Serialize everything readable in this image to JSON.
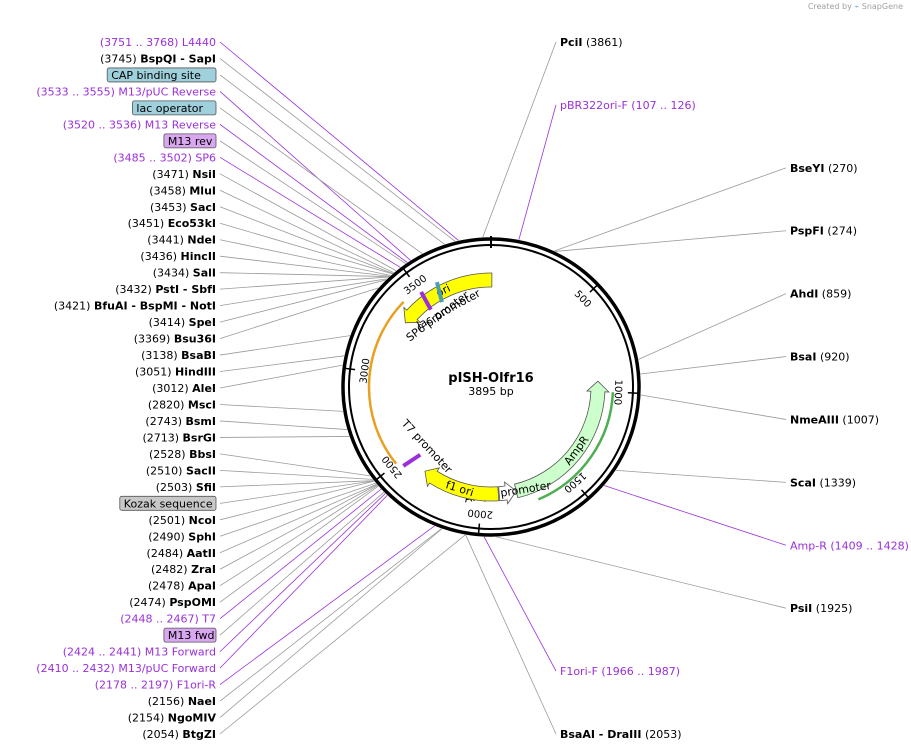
{
  "credit": {
    "prefix": "Created by",
    "brand": "SnapGene"
  },
  "plasmid": {
    "name": "pISH-Olfr16",
    "length": 3895,
    "length_label": "3895 bp"
  },
  "ticks": [
    {
      "pos": 500,
      "label": "500"
    },
    {
      "pos": 1000,
      "label": "1000"
    },
    {
      "pos": 1500,
      "label": "1500"
    },
    {
      "pos": 2000,
      "label": "2000"
    },
    {
      "pos": 2500,
      "label": "2500"
    },
    {
      "pos": 3000,
      "label": "3000"
    },
    {
      "pos": 3500,
      "label": "3500"
    }
  ],
  "features": [
    {
      "name": "ori",
      "start": 3320,
      "end": 3900,
      "dir": -1,
      "type": "arrow",
      "color": "#ffff00",
      "label": "ori"
    },
    {
      "name": "AmpR",
      "start": 940,
      "end": 1800,
      "dir": -1,
      "type": "arrow",
      "color": "#ccffcc",
      "label": "AmpR"
    },
    {
      "name": "AmpR promoter",
      "start": 1800,
      "end": 1900,
      "dir": -1,
      "type": "arrow",
      "color": "#ffffff",
      "label": "AmpR promoter"
    },
    {
      "name": "f1 ori",
      "start": 1905,
      "end": 2360,
      "dir": 1,
      "type": "arrow",
      "color": "#ffff00",
      "label": "f1 ori"
    },
    {
      "name": "T7 promoter",
      "start": 2448,
      "end": 2467,
      "type": "small",
      "color": "#9b30d9",
      "label": "T7 promoter"
    },
    {
      "name": "SP6 promoter",
      "start": 3485,
      "end": 3502,
      "type": "small",
      "color": "#9b30d9",
      "label": "SP6 promoter"
    },
    {
      "name": "lac promoter",
      "start": 3570,
      "end": 3600,
      "type": "small",
      "color": "#4d9db6",
      "label": "lac promoter"
    }
  ],
  "outer_arcs": [
    {
      "start": 2500,
      "end": 3400,
      "color": "#e8a020",
      "label": ""
    },
    {
      "start": 1000,
      "end": 1700,
      "color": "#4caf50",
      "label": ""
    }
  ],
  "labels_left": [
    {
      "pos": 3760,
      "text_coord": "(3751 .. 3768)",
      "name": "L4440",
      "style": "primer"
    },
    {
      "pos": 3745,
      "text_coord": "(3745)",
      "name": "BspQI",
      "name2": "SapI",
      "style": "enzyme"
    },
    {
      "pos": 3700,
      "name": "CAP binding site",
      "style": "box",
      "box_color": "#9fd0dc"
    },
    {
      "pos": 3544,
      "text_coord": "(3533 .. 3555)",
      "name": "M13/pUC Reverse",
      "style": "primer"
    },
    {
      "pos": 3600,
      "name": "lac operator",
      "style": "box",
      "box_color": "#9fd0dc"
    },
    {
      "pos": 3528,
      "text_coord": "(3520 .. 3536)",
      "name": "M13 Reverse",
      "style": "primer"
    },
    {
      "pos": 3520,
      "name": "M13 rev",
      "style": "box",
      "box_color": "#d9a6f0"
    },
    {
      "pos": 3493,
      "text_coord": "(3485 .. 3502)",
      "name": "SP6",
      "style": "primer"
    },
    {
      "pos": 3471,
      "text_coord": "(3471)",
      "name": "NsiI",
      "style": "enzyme"
    },
    {
      "pos": 3458,
      "text_coord": "(3458)",
      "name": "MluI",
      "style": "enzyme"
    },
    {
      "pos": 3453,
      "text_coord": "(3453)",
      "name": "SacI",
      "style": "enzyme"
    },
    {
      "pos": 3451,
      "text_coord": "(3451)",
      "name": "Eco53kI",
      "style": "enzyme"
    },
    {
      "pos": 3441,
      "text_coord": "(3441)",
      "name": "NdeI",
      "style": "enzyme"
    },
    {
      "pos": 3436,
      "text_coord": "(3436)",
      "name": "HincII",
      "style": "enzyme"
    },
    {
      "pos": 3434,
      "text_coord": "(3434)",
      "name": "SalI",
      "style": "enzyme"
    },
    {
      "pos": 3432,
      "text_coord": "(3432)",
      "name": "PstI",
      "name2": "SbfI",
      "style": "enzyme"
    },
    {
      "pos": 3421,
      "text_coord": "(3421)",
      "name": "BfuAI",
      "name2": "BspMI",
      "name3": "NotI",
      "style": "enzyme"
    },
    {
      "pos": 3414,
      "text_coord": "(3414)",
      "name": "SpeI",
      "style": "enzyme"
    },
    {
      "pos": 3369,
      "text_coord": "(3369)",
      "name": "Bsu36I",
      "style": "enzyme"
    },
    {
      "pos": 3138,
      "text_coord": "(3138)",
      "name": "BsaBI",
      "style": "enzyme"
    },
    {
      "pos": 3051,
      "text_coord": "(3051)",
      "name": "HindIII",
      "style": "enzyme"
    },
    {
      "pos": 3012,
      "text_coord": "(3012)",
      "name": "AleI",
      "style": "enzyme"
    },
    {
      "pos": 2820,
      "text_coord": "(2820)",
      "name": "MscI",
      "style": "enzyme"
    },
    {
      "pos": 2743,
      "text_coord": "(2743)",
      "name": "BsmI",
      "style": "enzyme"
    },
    {
      "pos": 2713,
      "text_coord": "(2713)",
      "name": "BsrGI",
      "style": "enzyme"
    },
    {
      "pos": 2528,
      "text_coord": "(2528)",
      "name": "BbsI",
      "style": "enzyme"
    },
    {
      "pos": 2510,
      "text_coord": "(2510)",
      "name": "SacII",
      "style": "enzyme"
    },
    {
      "pos": 2503,
      "text_coord": "(2503)",
      "name": "SfiI",
      "style": "enzyme"
    },
    {
      "pos": 2502,
      "name": "Kozak sequence",
      "style": "box",
      "box_color": "#c8c8c8"
    },
    {
      "pos": 2501,
      "text_coord": "(2501)",
      "name": "NcoI",
      "style": "enzyme"
    },
    {
      "pos": 2490,
      "text_coord": "(2490)",
      "name": "SphI",
      "style": "enzyme"
    },
    {
      "pos": 2484,
      "text_coord": "(2484)",
      "name": "AatII",
      "style": "enzyme"
    },
    {
      "pos": 2482,
      "text_coord": "(2482)",
      "name": "ZraI",
      "style": "enzyme"
    },
    {
      "pos": 2478,
      "text_coord": "(2478)",
      "name": "ApaI",
      "style": "enzyme"
    },
    {
      "pos": 2474,
      "text_coord": "(2474)",
      "name": "PspOMI",
      "style": "enzyme"
    },
    {
      "pos": 2457,
      "text_coord": "(2448 .. 2467)",
      "name": "T7",
      "style": "primer"
    },
    {
      "pos": 2440,
      "name": "M13 fwd",
      "style": "box",
      "box_color": "#d9a6f0"
    },
    {
      "pos": 2432,
      "text_coord": "(2424 .. 2441)",
      "name": "M13 Forward",
      "style": "primer"
    },
    {
      "pos": 2421,
      "text_coord": "(2410 .. 2432)",
      "name": "M13/pUC Forward",
      "style": "primer"
    },
    {
      "pos": 2187,
      "text_coord": "(2178 .. 2197)",
      "name": "F1ori-R",
      "style": "primer"
    },
    {
      "pos": 2156,
      "text_coord": "(2156)",
      "name": "NaeI",
      "style": "enzyme"
    },
    {
      "pos": 2154,
      "text_coord": "(2154)",
      "name": "NgoMIV",
      "style": "enzyme"
    },
    {
      "pos": 2054,
      "text_coord": "(2054)",
      "name": "BtgZI",
      "style": "enzyme"
    }
  ],
  "labels_right": [
    {
      "pos": 3861,
      "name": "PciI",
      "text_coord": "(3861)",
      "style": "enzyme"
    },
    {
      "pos": 116,
      "name": "pBR322ori-F",
      "text_coord": "(107 .. 126)",
      "style": "primer"
    },
    {
      "pos": 270,
      "name": "BseYI",
      "text_coord": "(270)",
      "style": "enzyme"
    },
    {
      "pos": 274,
      "name": "PspFI",
      "text_coord": "(274)",
      "style": "enzyme"
    },
    {
      "pos": 859,
      "name": "AhdI",
      "text_coord": "(859)",
      "style": "enzyme"
    },
    {
      "pos": 920,
      "name": "BsaI",
      "text_coord": "(920)",
      "style": "enzyme"
    },
    {
      "pos": 1007,
      "name": "NmeAIII",
      "text_coord": "(1007)",
      "style": "enzyme"
    },
    {
      "pos": 1339,
      "name": "ScaI",
      "text_coord": "(1339)",
      "style": "enzyme"
    },
    {
      "pos": 1418,
      "name": "Amp-R",
      "text_coord": "(1409 .. 1428)",
      "style": "primer"
    },
    {
      "pos": 1925,
      "name": "PsiI",
      "text_coord": "(1925)",
      "style": "enzyme"
    },
    {
      "pos": 1976,
      "name": "F1ori-F",
      "text_coord": "(1966 .. 1987)",
      "style": "primer"
    },
    {
      "pos": 2053,
      "name": "BsaAI",
      "name2": "DraIII",
      "text_coord": "(2053)",
      "style": "enzyme"
    }
  ],
  "colors": {
    "primer": "#9b30d9",
    "enzyme": "#000000",
    "coord": "#000000",
    "leader": "#9a9a9a",
    "backbone": "#000000"
  }
}
